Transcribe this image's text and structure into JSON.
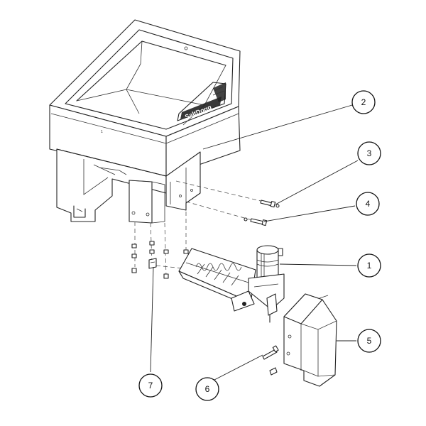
{
  "diagram": {
    "callouts": [
      {
        "id": "callout-2",
        "label": "2"
      },
      {
        "id": "callout-3",
        "label": "3"
      },
      {
        "id": "callout-4",
        "label": "4"
      },
      {
        "id": "callout-1",
        "label": "1"
      },
      {
        "id": "callout-5",
        "label": "5"
      },
      {
        "id": "callout-6",
        "label": "6"
      },
      {
        "id": "callout-7",
        "label": "7"
      }
    ],
    "hopper_mark": "1",
    "logo_text": "SaltDogg"
  }
}
